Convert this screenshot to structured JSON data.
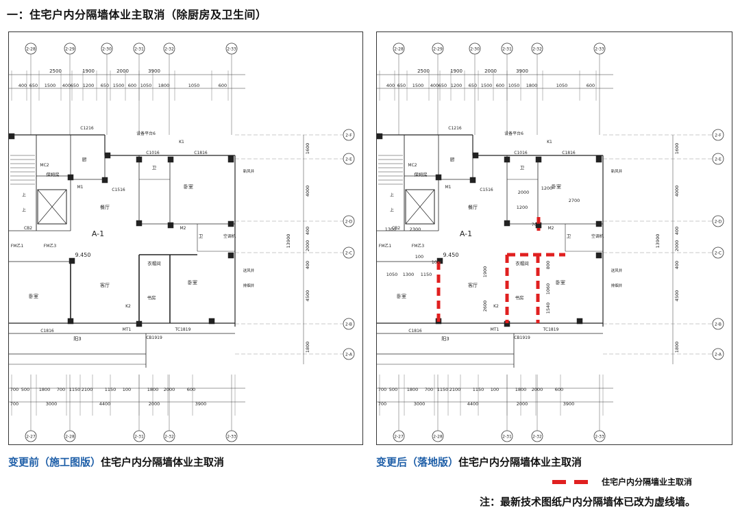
{
  "title": "一：住宅户内分隔墙体业主取消（除厨房及卫生间）",
  "captions": {
    "left_prefix": "变更前（施工图版）",
    "left_suffix": "住宅户内分隔墙体业主取消",
    "right_prefix": "变更后（落地版）",
    "right_suffix": "住宅户内分隔墙体业主取消"
  },
  "legend": {
    "label": "住宅户内分隔墙业主取消",
    "color": "#e02020"
  },
  "note": "注：最新技术图纸户内分隔墙体已改为虚线墙。",
  "plan": {
    "unit_label": "A-1",
    "level": "9.450",
    "grid_top": [
      "2-28",
      "2-29",
      "2-30",
      "2-31",
      "2-32",
      "2-33"
    ],
    "grid_bottom": [
      "2-27",
      "2-28",
      "2-31",
      "2-32",
      "2-33"
    ],
    "grid_right": [
      "2-F",
      "2-E",
      "2-D",
      "2-C",
      "2-B",
      "2-A"
    ],
    "dims_top_row1": [
      "2500",
      "1900",
      "2000",
      "3900"
    ],
    "dims_top_row2": [
      "400",
      "650",
      "1500",
      "400",
      "650",
      "1200",
      "650",
      "1500",
      "600",
      "1050",
      "1800",
      "1050",
      "600"
    ],
    "dims_bottom_row1": [
      "700",
      "500",
      "1800",
      "700",
      "1150",
      "2100",
      "1150",
      "100",
      "1800",
      "2000",
      "600"
    ],
    "dims_bottom_row2": [
      "700",
      "3000",
      "4400",
      "2000",
      "3900"
    ],
    "dims_right": [
      "1600",
      "4000",
      "400",
      "2000",
      "400",
      "4500",
      "1800"
    ],
    "dims_right_total": "13900",
    "rooms": [
      "卧室",
      "卧室",
      "卧室",
      "餐厅",
      "客厅",
      "书房",
      "衣帽间",
      "卫",
      "卫",
      "厨",
      "阳3",
      "保姆房",
      "电梯",
      "上",
      "新风井",
      "排烟井",
      "送风井",
      "排烟井"
    ],
    "labels": [
      "C1216",
      "C1016",
      "K1",
      "C1816",
      "C1516",
      "M1",
      "M2",
      "MC2",
      "CB2",
      "FM乙1",
      "FM乙3",
      "K2",
      "MT1",
      "C1816",
      "TC1819",
      "CB1919",
      "设备平台6",
      "空调机"
    ],
    "right_extra_dims": [
      "1300",
      "2300",
      "100",
      "100",
      "1050",
      "1300",
      "1150",
      "1900",
      "2600",
      "1200",
      "2700",
      "2000",
      "1200",
      "700",
      "800",
      "1060",
      "1540"
    ]
  }
}
